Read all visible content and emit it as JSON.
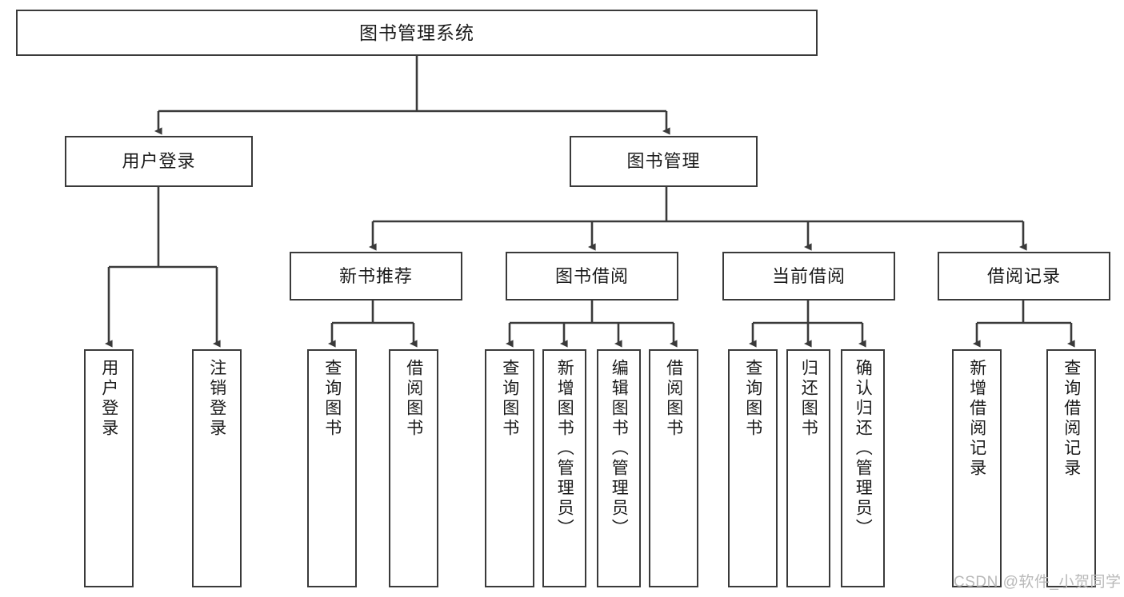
{
  "diagram": {
    "title": "图书管理系统",
    "type": "tree",
    "colors": {
      "box_border": "#3a3a3a",
      "box_fill": "#ffffff",
      "edge": "#3a3a3a",
      "text": "#1a1a1a",
      "watermark": "#b9b9b9",
      "background": "#ffffff"
    },
    "root": {
      "label": "图书管理系统"
    },
    "level1": [
      {
        "label": "用户登录"
      },
      {
        "label": "图书管理"
      }
    ],
    "level2": [
      {
        "label": "新书推荐"
      },
      {
        "label": "图书借阅"
      },
      {
        "label": "当前借阅"
      },
      {
        "label": "借阅记录"
      }
    ],
    "leaves": {
      "user_login": [
        {
          "label": "用户登录"
        },
        {
          "label": "注销登录"
        }
      ],
      "new_book": [
        {
          "label": "查询图书"
        },
        {
          "label": "借阅图书"
        }
      ],
      "book_borrow": [
        {
          "label": "查询图书"
        },
        {
          "label": "新增图书（管理员）"
        },
        {
          "label": "编辑图书（管理员）"
        },
        {
          "label": "借阅图书"
        }
      ],
      "current_borrow": [
        {
          "label": "查询图书"
        },
        {
          "label": "归还图书"
        },
        {
          "label": "确认归还（管理员）"
        }
      ],
      "borrow_record": [
        {
          "label": "新增借阅记录"
        },
        {
          "label": "查询借阅记录"
        }
      ]
    }
  },
  "watermark": {
    "text": "CSDN @软件_小贺同学"
  }
}
